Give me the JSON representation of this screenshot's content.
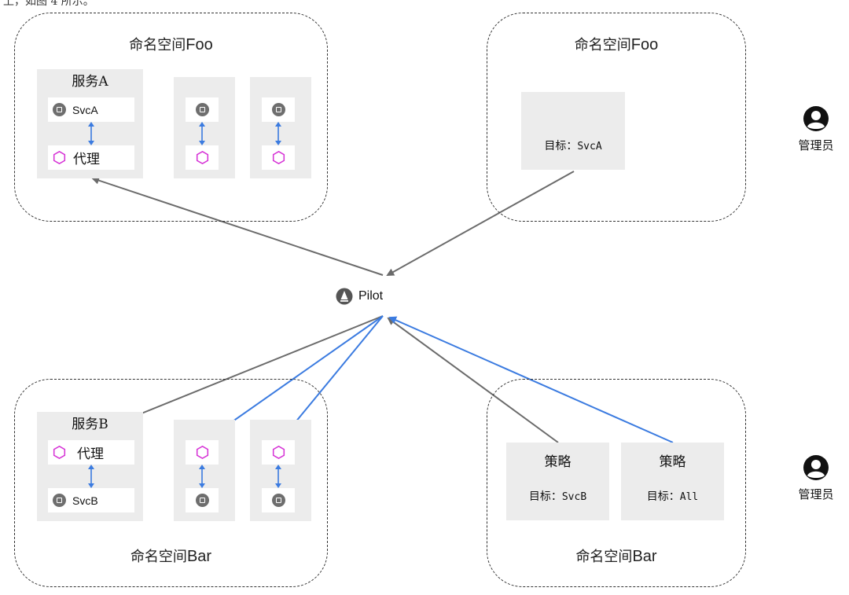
{
  "top_caption": "上，如图 4 所示。",
  "top_left": {
    "ns_title_cn": "命名空间",
    "ns_title_en": "Foo",
    "service_title": "服务A",
    "svc_label": "SvcA",
    "proxy_label": "代理"
  },
  "top_right": {
    "ns_title_cn": "命名空间",
    "ns_title_en": "Foo",
    "target_label": "目标：",
    "target_value": "SvcA"
  },
  "pilot": {
    "label": "Pilot"
  },
  "bottom_left": {
    "ns_title_cn": "命名空间",
    "ns_title_en": "Bar",
    "service_title": "服务B",
    "svc_label": "SvcB",
    "proxy_label": "代理"
  },
  "bottom_right": {
    "ns_title_cn": "命名空间",
    "ns_title_en": "Bar",
    "policies": [
      {
        "title": "策略",
        "target_label": "目标：",
        "target_value": "SvcB"
      },
      {
        "title": "策略",
        "target_label": "目标：",
        "target_value": "All"
      }
    ]
  },
  "admins": [
    {
      "label": "管理员",
      "icon": "user-circle-icon"
    },
    {
      "label": "管理员",
      "icon": "user-circle-icon"
    }
  ],
  "colors": {
    "gray_arrow": "#6b6b6b",
    "blue_arrow": "#3b7be0",
    "proxy_icon": "#d633d6",
    "box_fill": "#ececec"
  }
}
